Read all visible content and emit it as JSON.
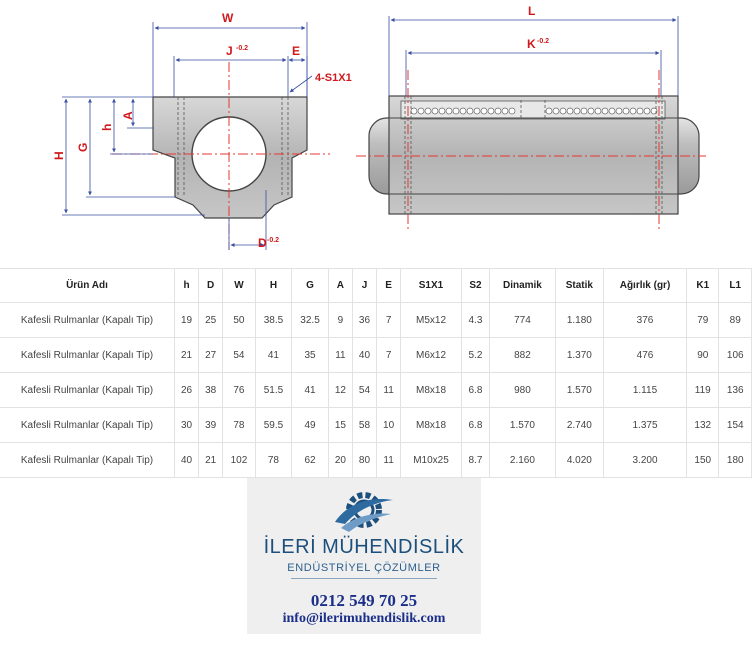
{
  "drawing": {
    "labels": {
      "W": "W",
      "J": "J",
      "J_tol": "-0.2",
      "E": "E",
      "S1X1": "4-S1X1",
      "A": "A",
      "h": "h",
      "G": "G",
      "H": "H",
      "D": "D",
      "D_tol": "-0.2",
      "L": "L",
      "K": "K",
      "K_tol": "-0.2"
    }
  },
  "table": {
    "headers": [
      "Ürün Adı",
      "h",
      "D",
      "W",
      "H",
      "G",
      "A",
      "J",
      "E",
      "S1X1",
      "S2",
      "Dinamik",
      "Statik",
      "Ağırlık (gr)",
      "K1",
      "L1"
    ],
    "rows": [
      [
        "Kafesli Rulmanlar (Kapalı Tip)",
        "19",
        "25",
        "50",
        "38.5",
        "32.5",
        "9",
        "36",
        "7",
        "M5x12",
        "4.3",
        "774",
        "1.180",
        "376",
        "79",
        "89"
      ],
      [
        "Kafesli Rulmanlar (Kapalı Tip)",
        "21",
        "27",
        "54",
        "41",
        "35",
        "11",
        "40",
        "7",
        "M6x12",
        "5.2",
        "882",
        "1.370",
        "476",
        "90",
        "106"
      ],
      [
        "Kafesli Rulmanlar (Kapalı Tip)",
        "26",
        "38",
        "76",
        "51.5",
        "41",
        "12",
        "54",
        "11",
        "M8x18",
        "6.8",
        "980",
        "1.570",
        "1.115",
        "119",
        "136"
      ],
      [
        "Kafesli Rulmanlar (Kapalı Tip)",
        "30",
        "39",
        "78",
        "59.5",
        "49",
        "15",
        "58",
        "10",
        "M8x18",
        "6.8",
        "1.570",
        "2.740",
        "1.375",
        "132",
        "154"
      ],
      [
        "Kafesli Rulmanlar (Kapalı Tip)",
        "40",
        "21",
        "102",
        "78",
        "62",
        "20",
        "80",
        "11",
        "M10x25",
        "8.7",
        "2.160",
        "4.020",
        "3.200",
        "150",
        "180"
      ]
    ]
  },
  "brand": {
    "name": "İLERİ MÜHENDİSLİK",
    "tagline": "ENDÜSTRİYEL ÇÖZÜMLER",
    "phone": "0212 549 70 25",
    "email": "info@ilerimuhendislik.com"
  },
  "colors": {
    "dimension": "#d0191c",
    "centerline": "#e53935",
    "brand_primary": "#1d4f7c",
    "contact": "#1b2f8a"
  }
}
